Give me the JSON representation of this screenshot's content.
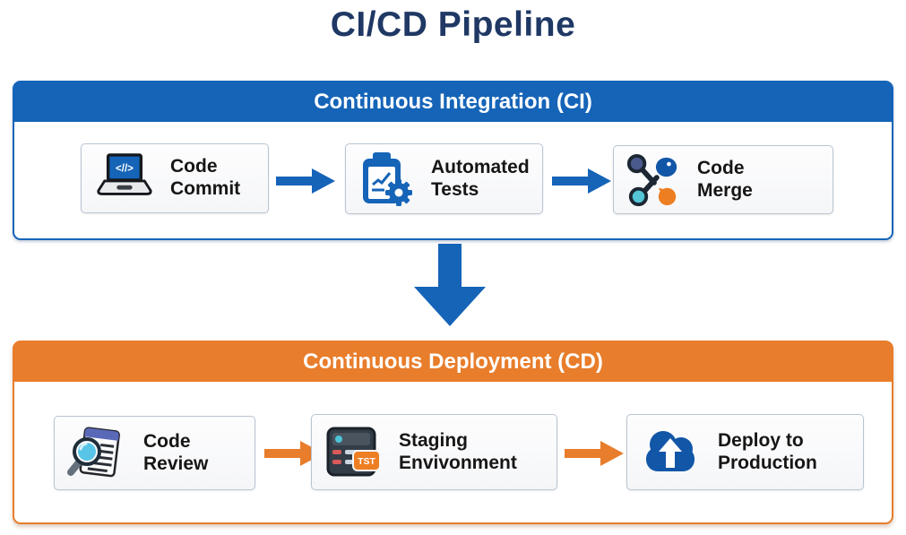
{
  "title": "CI/CD Pipeline",
  "colors": {
    "title": "#1F3864",
    "ci_accent": "#1564B8",
    "cd_accent": "#E87D2B"
  },
  "sections": [
    {
      "header": "Continuous Integration (CI)",
      "steps": [
        {
          "label1": "Code",
          "label2": "Commit",
          "icon": "laptop-code-icon",
          "screen_glyph": "<//>"
        },
        {
          "label1": "Automated",
          "label2": "Tests",
          "icon": "clipboard-tests-gear-icon"
        },
        {
          "label1": "Code",
          "label2": "Merge",
          "icon": "merge-nodes-icon"
        }
      ]
    },
    {
      "header": "Continuous Deployment (CD)",
      "steps": [
        {
          "label1": "Code",
          "label2": "Review",
          "icon": "document-magnifier-icon"
        },
        {
          "label1": "Staging",
          "label2": "Envivonment",
          "icon": "server-staging-icon",
          "badge": "TST"
        },
        {
          "label1": "Deploy to",
          "label2": "Production",
          "icon": "cloud-upload-icon"
        }
      ]
    }
  ]
}
